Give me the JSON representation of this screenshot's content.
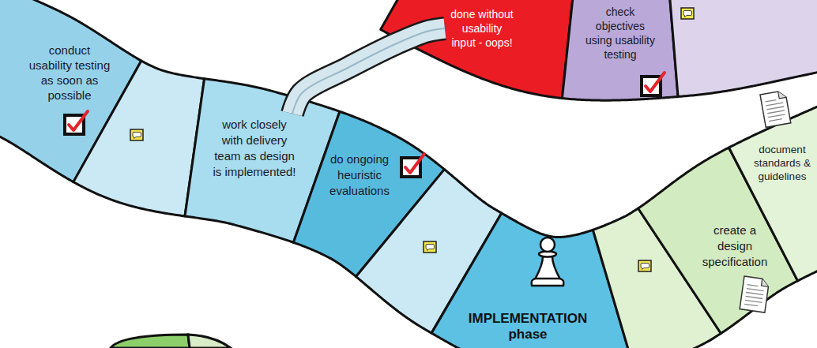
{
  "diagram": {
    "nodes": [
      {
        "text": [
          "done without usability input - oops!"
        ]
      },
      {
        "text": [
          "check objectives using usability testing"
        ]
      },
      {
        "text": [
          "conduct usability testing as soon as possible"
        ]
      },
      {
        "text": [
          "work closely with delivery team as design is implemented!"
        ]
      },
      {
        "text": [
          "do ongoing heuristic evaluations"
        ]
      },
      {
        "text": [
          "IMPLEMENTATION phase"
        ]
      },
      {
        "text": [
          "create a design specification"
        ]
      },
      {
        "text": [
          "document standards & guidelines"
        ]
      }
    ],
    "edges": [
      {
        "from": 0,
        "to": 3,
        "arrow": "none"
      }
    ]
  }
}
